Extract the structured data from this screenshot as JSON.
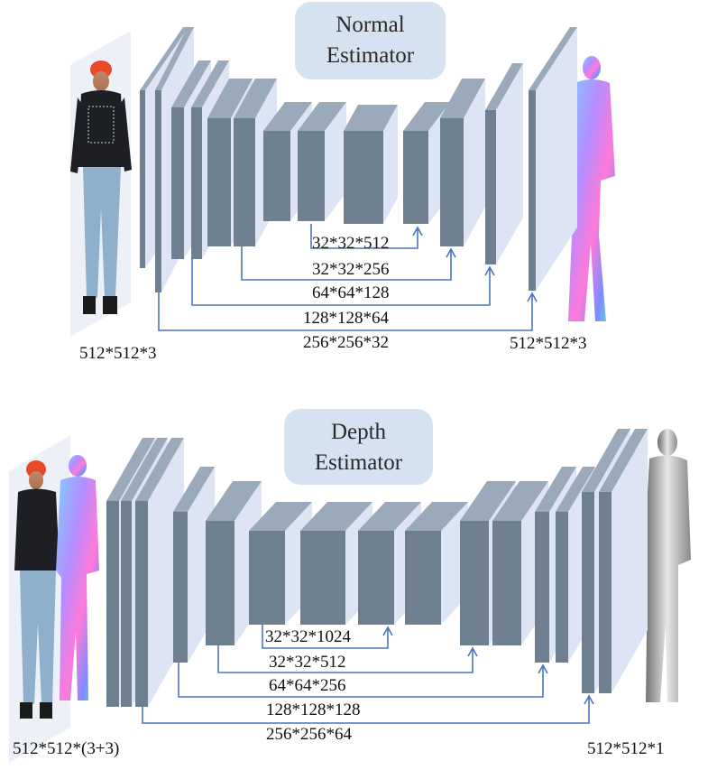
{
  "normal_estimator": {
    "title_line1": "Normal",
    "title_line2": "Estimator",
    "input_size": "512*512*3",
    "output_size": "512*512*3",
    "skip_labels": [
      "32*32*512",
      "32*32*256",
      "64*64*128",
      "128*128*64",
      "256*256*32"
    ]
  },
  "depth_estimator": {
    "title_line1": "Depth",
    "title_line2": "Estimator",
    "input_size": "512*512*(3+3)",
    "output_size": "512*512*1",
    "skip_labels": [
      "32*32*1024",
      "32*32*512",
      "64*64*256",
      "128*128*128",
      "256*256*64"
    ]
  },
  "colors": {
    "block_front": "#6e7f8f",
    "block_top": "#9aaabb",
    "block_side": "#dde4f3",
    "connector": "#4a74c4",
    "title_bg": "#d5e2ef"
  }
}
